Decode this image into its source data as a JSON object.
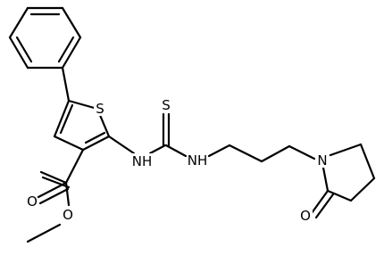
{
  "molecule": {
    "atom_labels": {
      "sulfur_ring": "S",
      "sulfur_thione": "S",
      "nh_left": "NH",
      "nh_right": "NH",
      "n_pyrrolidinone": "N",
      "o_carbonyl_lactam": "O",
      "o_carbonyl_ester": "O",
      "o_ether_ester": "O"
    },
    "colors": {
      "bond": "#000000",
      "label": "#000000",
      "background": "#ffffff"
    }
  }
}
